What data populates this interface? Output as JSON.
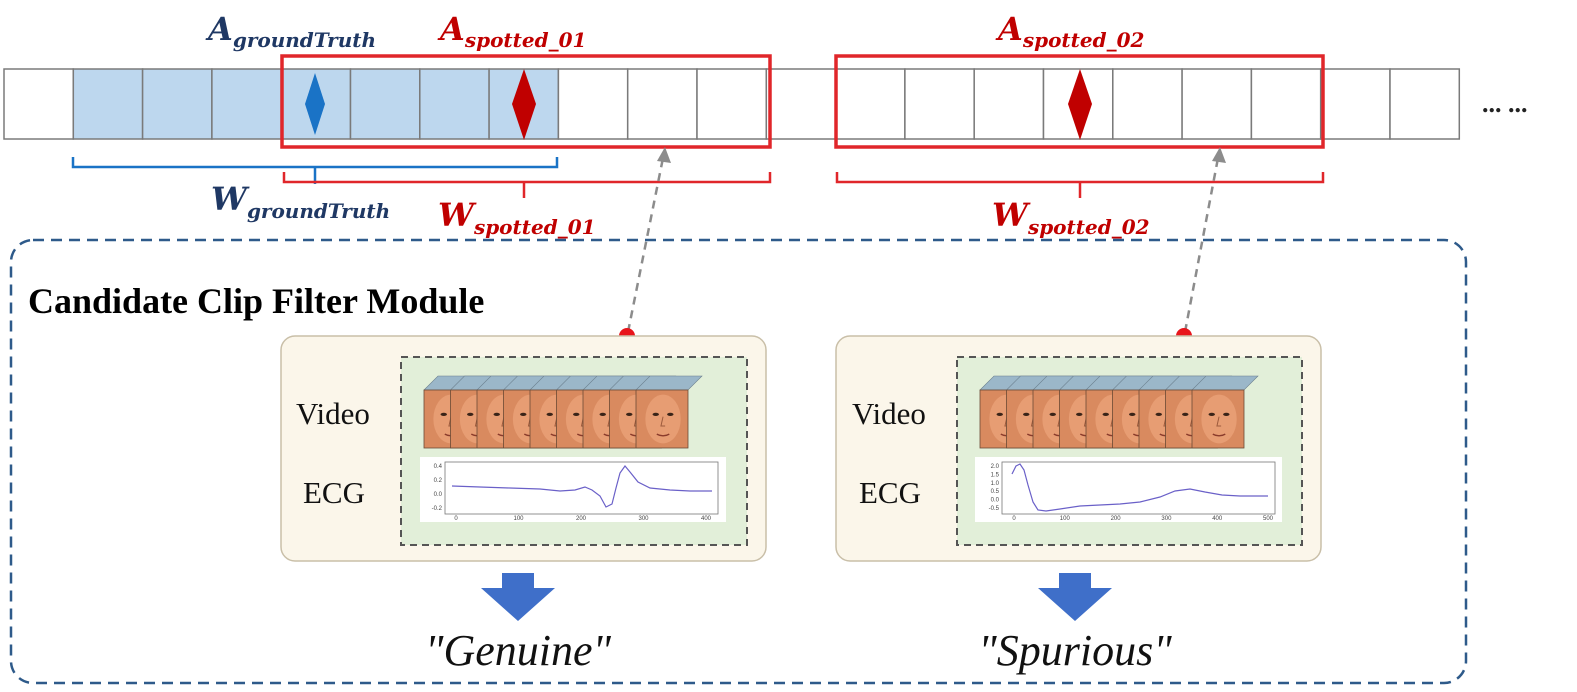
{
  "colors": {
    "ground_truth": "#1f3864",
    "spotted": "#c00000",
    "ground_truth_window": "#1a73c6",
    "spotted_window": "#e0262a",
    "shaded_cell": "#bdd7ee",
    "module_border": "#2e5a8a",
    "card_fill": "#fbf6ea",
    "inner_fill": "#e2efd9",
    "arrow_fill": "#3f6fc9",
    "ecg_line": "#6a60c8"
  },
  "timeline": {
    "ellipsis": "... ..."
  },
  "annotations": {
    "a_ground_truth": {
      "main": "A",
      "sub": "groundTruth"
    },
    "a_spotted_01": {
      "main": "A",
      "sub": "spotted_01"
    },
    "a_spotted_02": {
      "main": "A",
      "sub": "spotted_02"
    },
    "w_ground_truth": {
      "main": "W",
      "sub": "groundTruth"
    },
    "w_spotted_01": {
      "main": "W",
      "sub": "spotted_01"
    },
    "w_spotted_02": {
      "main": "W",
      "sub": "spotted_02"
    }
  },
  "module": {
    "title": "Candidate Clip Filter Module",
    "cards": [
      {
        "video_label": "Video",
        "ecg_label": "ECG",
        "verdict": "\"Genuine\"",
        "ecg_ticks": [
          "0",
          "100",
          "200",
          "300",
          "400"
        ],
        "ecg_y_ticks": [
          "0.4",
          "0.2",
          "0.0",
          "-0.2"
        ]
      },
      {
        "video_label": "Video",
        "ecg_label": "ECG",
        "verdict": "\"Spurious\"",
        "ecg_ticks": [
          "0",
          "100",
          "200",
          "300",
          "400",
          "500"
        ],
        "ecg_y_ticks": [
          "2.0",
          "1.5",
          "1.0",
          "0.5",
          "0.0",
          "-0.5"
        ]
      }
    ]
  }
}
